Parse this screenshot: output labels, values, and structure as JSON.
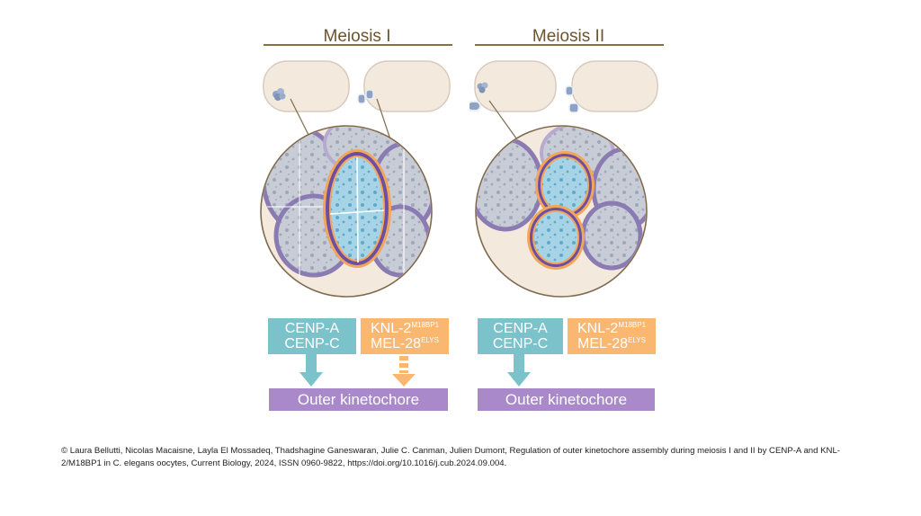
{
  "meiosis1": {
    "title": "Meiosis I",
    "box_left": {
      "line1": "CENP-A",
      "line2": "CENP-C"
    },
    "box_right": {
      "line1": "KNL-2",
      "line1_sup": "M18BP1",
      "line2": "MEL-28",
      "line2_sup": "ELYS"
    },
    "outer": "Outer kinetochore"
  },
  "meiosis2": {
    "title": "Meiosis II",
    "box_left": {
      "line1": "CENP-A",
      "line2": "CENP-C"
    },
    "box_right": {
      "line1": "KNL-2",
      "line1_sup": "M18BP1",
      "line2": "MEL-28",
      "line2_sup": "ELYS"
    },
    "outer": "Outer kinetochore"
  },
  "colors": {
    "title": "#6b5430",
    "teal": "#7bc2ca",
    "orange": "#f9b772",
    "purple": "#a989c9",
    "cell_fill": "#f3e9dc"
  },
  "citation": "© Laura Bellutti, Nicolas Macaisne, Layla El Mossadeq, Thadshagine Ganeswaran, Julie C. Canman, Julien Dumont, Regulation of outer kinetochore assembly during meiosis I and II by CENP-A and KNL-2/M18BP1 in C. elegans oocytes, Current Biology, 2024, ISSN 0960-9822, https://doi.org/10.1016/j.cub.2024.09.004."
}
